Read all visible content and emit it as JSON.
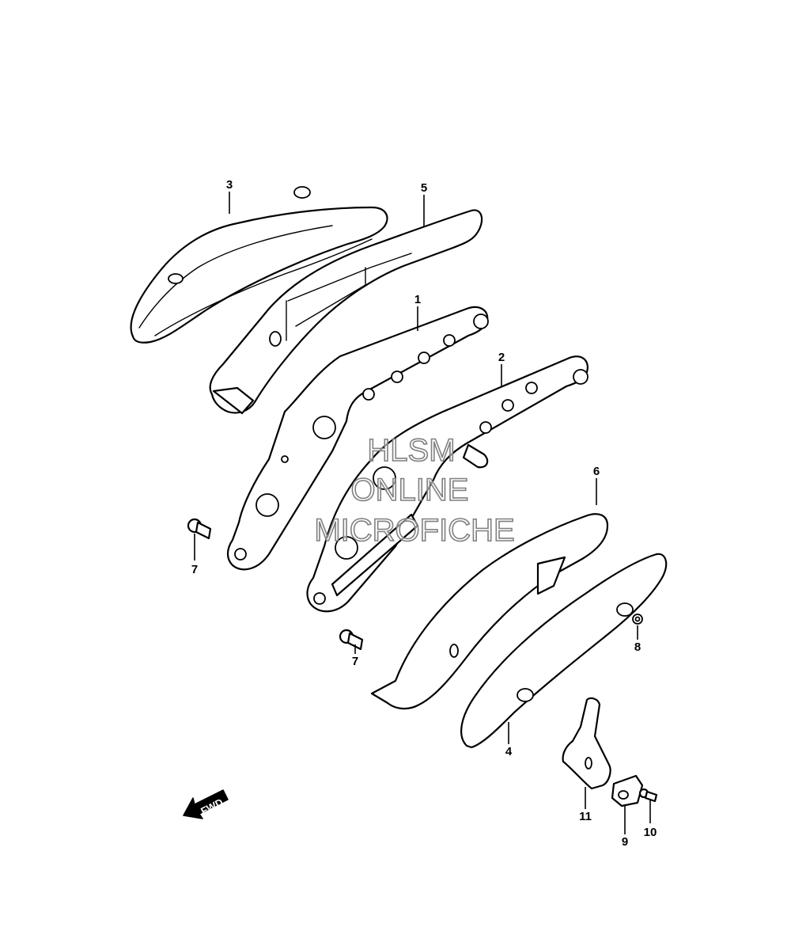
{
  "watermark": {
    "line1": "HLSM",
    "line2": "ONLINE",
    "line3": "MICROFICHE",
    "color": "#808080"
  },
  "fwd_label": "FWD",
  "callouts": {
    "c1": "1",
    "c2": "2",
    "c3": "3",
    "c4": "4",
    "c5": "5",
    "c6": "6",
    "c7a": "7",
    "c7b": "7",
    "c8": "8",
    "c9": "9",
    "c10": "10",
    "c11": "11"
  }
}
